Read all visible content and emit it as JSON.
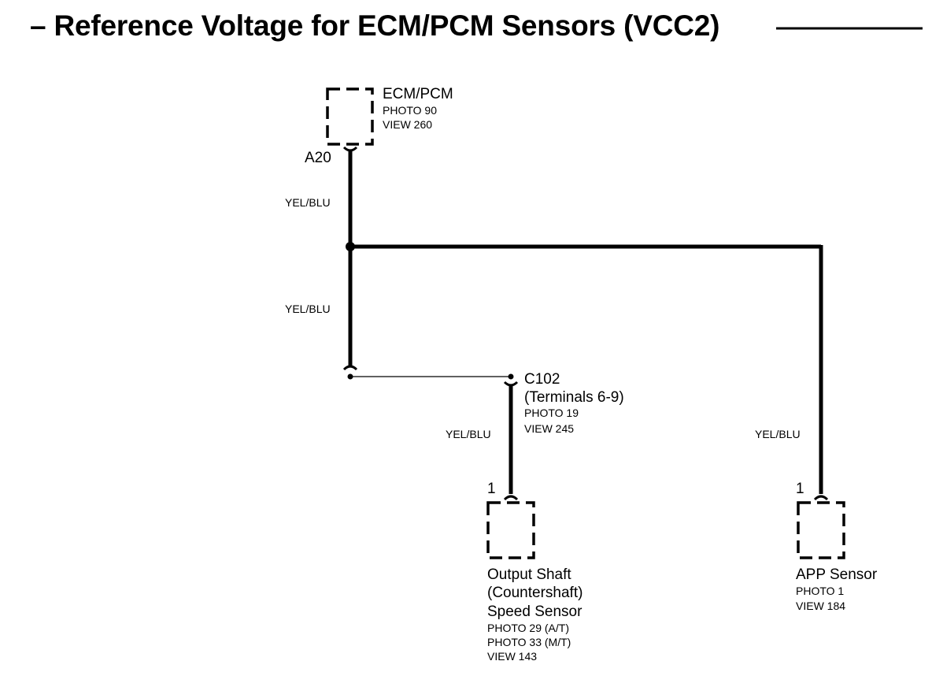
{
  "title": "– Reference Voltage for ECM/PCM Sensors (VCC2)",
  "ecm": {
    "name": "ECM/PCM",
    "photo": "PHOTO 90",
    "view": "VIEW 260",
    "pin": "A20"
  },
  "wires": {
    "top": "YEL/BLU",
    "middle": "YEL/BLU",
    "to_output_shaft": "YEL/BLU",
    "to_app": "YEL/BLU"
  },
  "c102": {
    "name": "C102",
    "terminals": "(Terminals 6-9)",
    "photo": "PHOTO 19",
    "view": "VIEW 245"
  },
  "output_shaft_sensor": {
    "pin": "1",
    "line1": "Output Shaft",
    "line2": "(Countershaft)",
    "line3": "Speed Sensor",
    "photo_at": "PHOTO 29 (A/T)",
    "photo_mt": "PHOTO 33 (M/T)",
    "view": "VIEW 143"
  },
  "app_sensor": {
    "pin": "1",
    "name": "APP Sensor",
    "photo": "PHOTO 1",
    "view": "VIEW 184"
  }
}
